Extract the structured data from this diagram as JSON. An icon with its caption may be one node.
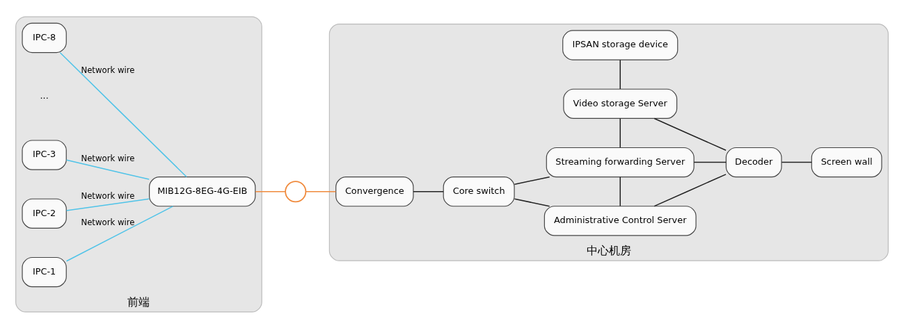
{
  "diagram": {
    "nodes": [
      {
        "text": [
          "前端"
        ]
      },
      {
        "text": [
          "IPC-1"
        ],
        "in": 0
      },
      {
        "text": [
          "IPC-2"
        ],
        "in": 0
      },
      {
        "text": [
          "IPC-3"
        ],
        "in": 0
      },
      {
        "text": [
          "IPC-8"
        ],
        "in": 0
      },
      {
        "text": [
          "MIB12G-8EG-4G-EIB"
        ],
        "in": 0
      },
      {
        "text": [],
        "shape": "circle"
      },
      {
        "text": [
          "中心机房"
        ]
      },
      {
        "text": [
          "Convergence"
        ],
        "in": 7
      },
      {
        "text": [
          "Core switch"
        ],
        "in": 7
      },
      {
        "text": [
          "Administrative Control Server"
        ],
        "in": 7
      },
      {
        "text": [
          "Streaming forwarding Server"
        ],
        "in": 7
      },
      {
        "text": [
          "Video storage Server"
        ],
        "in": 7
      },
      {
        "text": [
          "IPSAN storage device"
        ],
        "in": 7
      },
      {
        "text": [
          "Decoder"
        ],
        "in": 7
      },
      {
        "text": [
          "Screen wall"
        ],
        "in": 7
      }
    ],
    "edges": [
      {
        "from": 1,
        "to": 5,
        "arrow": "none",
        "label": "Network wire",
        "color": "#4fc3e8"
      },
      {
        "from": 2,
        "to": 5,
        "arrow": "none",
        "label": "Network wire",
        "color": "#4fc3e8"
      },
      {
        "from": 3,
        "to": 5,
        "arrow": "none",
        "label": "Network wire",
        "color": "#4fc3e8"
      },
      {
        "from": 4,
        "to": 5,
        "arrow": "none",
        "label": "Network wire",
        "color": "#4fc3e8"
      },
      {
        "from": 5,
        "to": 6,
        "arrow": "none",
        "color": "#f08a3c"
      },
      {
        "from": 6,
        "to": 8,
        "arrow": "none",
        "color": "#f08a3c"
      },
      {
        "from": 8,
        "to": 9,
        "arrow": "none"
      },
      {
        "from": 9,
        "to": 10,
        "arrow": "none"
      },
      {
        "from": 9,
        "to": 11,
        "arrow": "none"
      },
      {
        "from": 10,
        "to": 11,
        "arrow": "none"
      },
      {
        "from": 11,
        "to": 12,
        "arrow": "none"
      },
      {
        "from": 12,
        "to": 13,
        "arrow": "none"
      },
      {
        "from": 10,
        "to": 14,
        "arrow": "none"
      },
      {
        "from": 11,
        "to": 14,
        "arrow": "none"
      },
      {
        "from": 12,
        "to": 14,
        "arrow": "none"
      },
      {
        "from": 14,
        "to": 15,
        "arrow": "none"
      }
    ],
    "labels": [
      "..."
    ]
  }
}
